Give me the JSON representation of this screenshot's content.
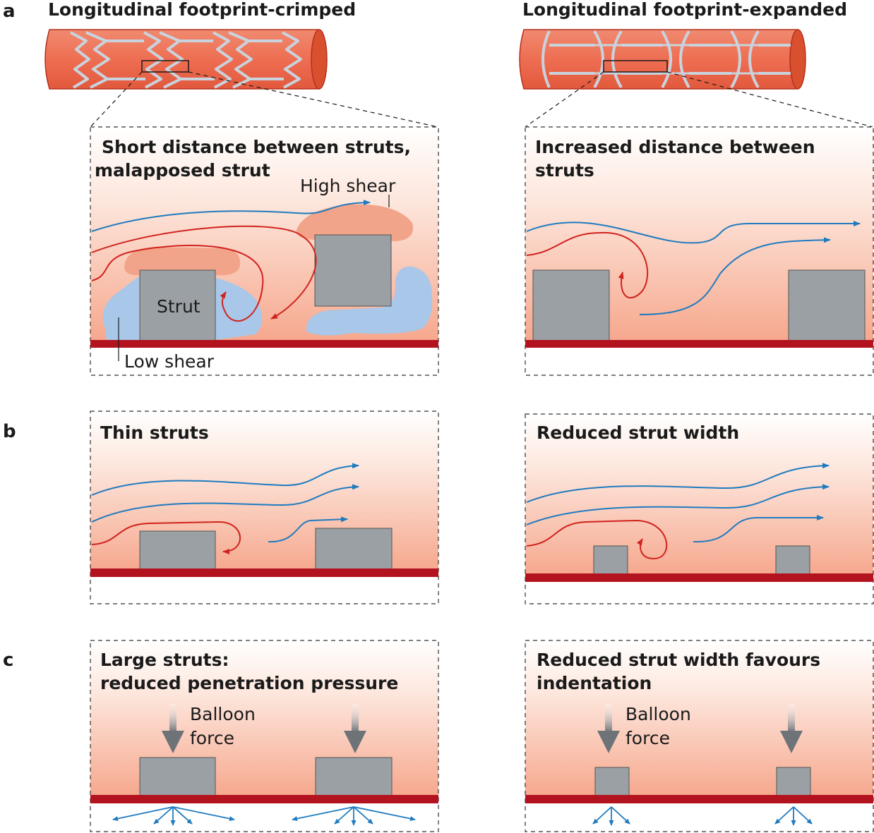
{
  "section_labels": {
    "a": "a",
    "b": "b",
    "c": "c"
  },
  "row_a": {
    "left_title": "Longitudinal footprint-crimped",
    "right_title": "Longitudinal footprint-expanded",
    "left_panel": {
      "title_line1": "Short distance between struts,",
      "title_line2": "malapposed strut",
      "high_shear_label": "High shear",
      "low_shear_label": "Low shear",
      "strut_label": "Strut"
    },
    "right_panel": {
      "title_line1": "Increased distance between",
      "title_line2": "struts"
    }
  },
  "row_b": {
    "left_title": "Thin struts",
    "right_title": "Reduced strut width"
  },
  "row_c": {
    "left_title_line1": "Large struts:",
    "left_title_line2": "reduced penetration pressure",
    "right_title_line1": "Reduced strut width favours",
    "right_title_line2": "indentation",
    "force_label_line1": "Balloon",
    "force_label_line2": "force"
  },
  "colors": {
    "vessel_fill": "#ee7055",
    "vessel_end": "#d9502f",
    "stent_wire": "#c9d3de",
    "wall": "#b3121f",
    "strut": "#9ba0a4",
    "blue_flow": "#1f7bc0",
    "red_flow": "#d0231e",
    "high_shear": "#f2a48a",
    "low_shear": "#a9c7e8",
    "force_arrow": "#6e7378"
  }
}
